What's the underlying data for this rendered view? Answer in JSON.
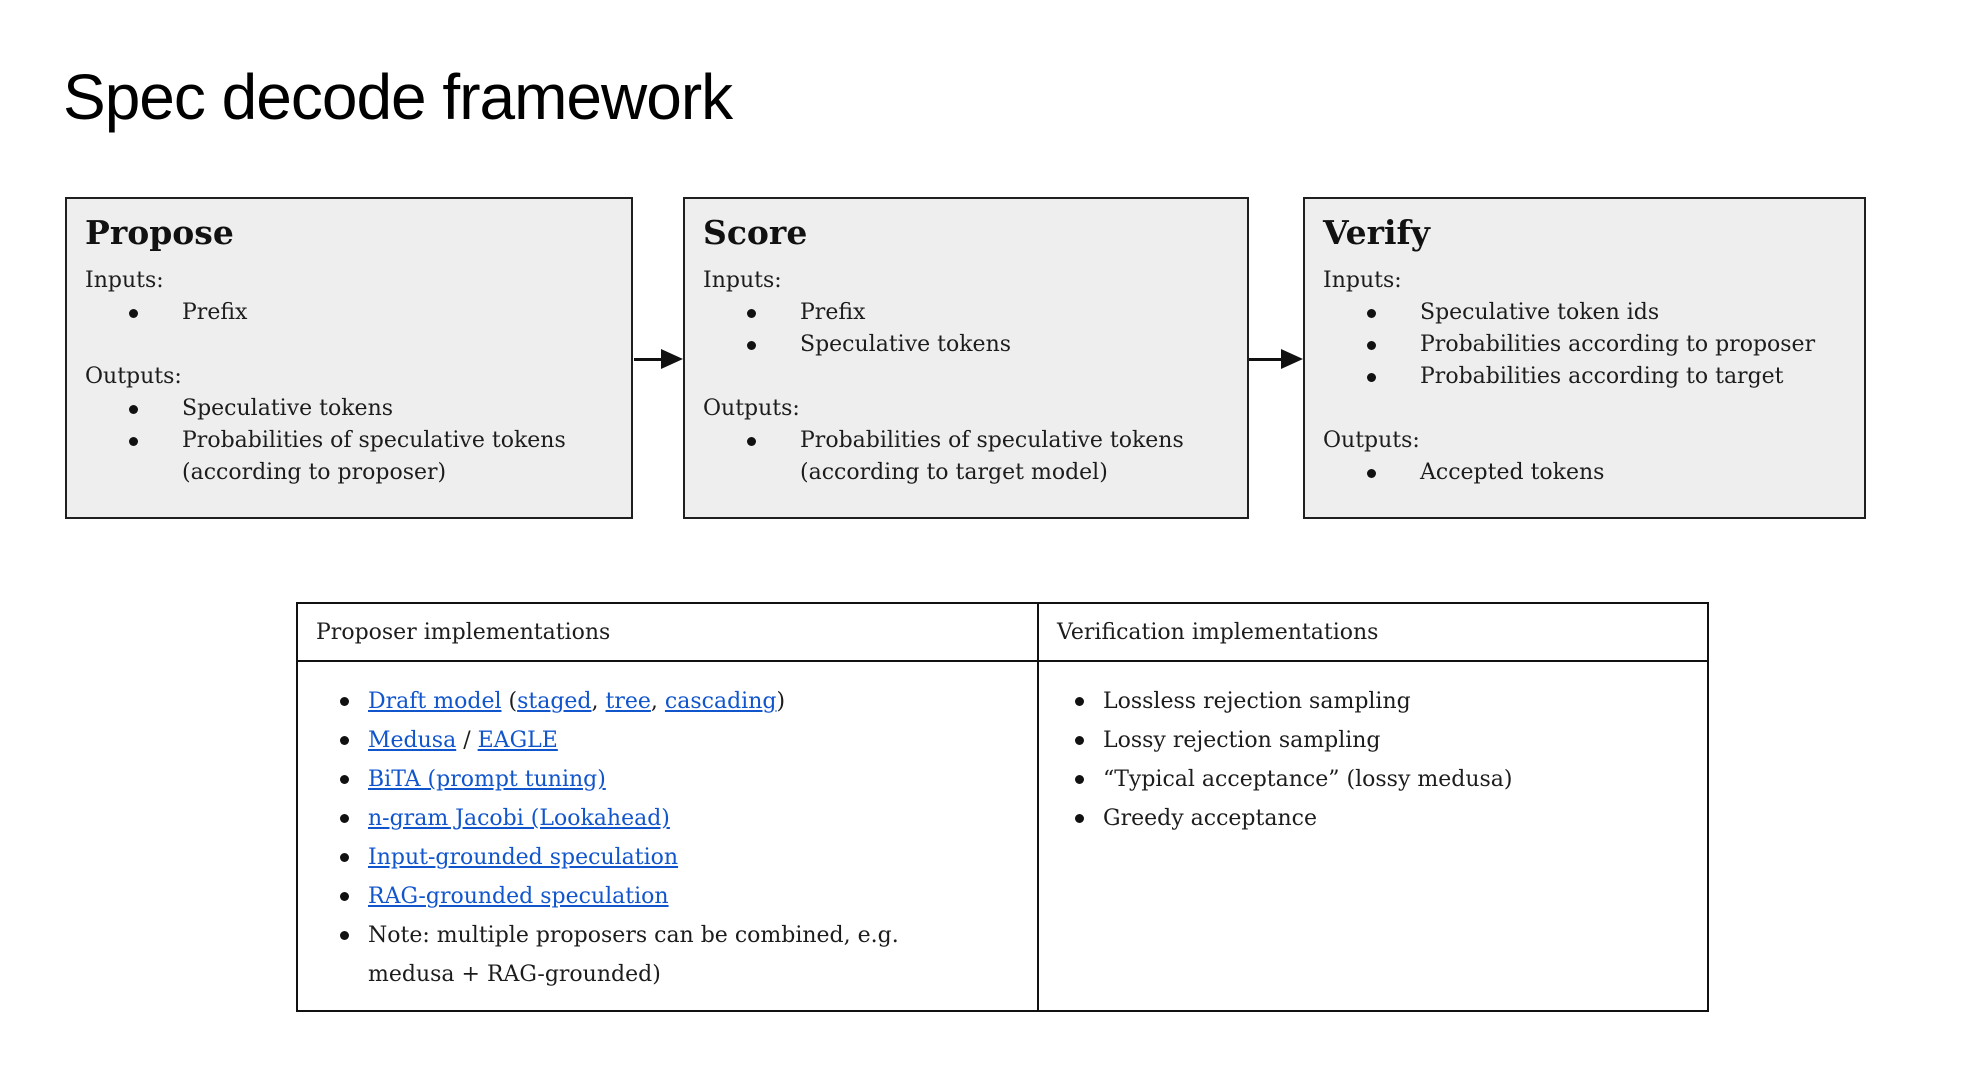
{
  "title": "Spec decode framework",
  "colors": {
    "background": "#ffffff",
    "box_fill": "#eeeeee",
    "border": "#1f1f1f",
    "text": "#1c1c1c",
    "link": "#1155cc"
  },
  "boxes": {
    "propose": {
      "heading": "Propose",
      "inputs_label": "Inputs:",
      "inputs": [
        "Prefix"
      ],
      "outputs_label": "Outputs:",
      "outputs": [
        "Speculative tokens",
        [
          {
            "t": "Probabilities of speculative tokens"
          },
          {
            "br": true
          },
          {
            "t": "(according to proposer)"
          }
        ]
      ]
    },
    "score": {
      "heading": "Score",
      "inputs_label": "Inputs:",
      "inputs": [
        "Prefix",
        "Speculative tokens"
      ],
      "outputs_label": "Outputs:",
      "outputs": [
        [
          {
            "t": "Probabilities of speculative tokens"
          },
          {
            "br": true
          },
          {
            "t": "(according to target model)"
          }
        ]
      ]
    },
    "verify": {
      "heading": "Verify",
      "inputs_label": "Inputs:",
      "inputs": [
        "Speculative token ids",
        "Probabilities according to proposer",
        "Probabilities according to target"
      ],
      "outputs_label": "Outputs:",
      "outputs": [
        "Accepted tokens"
      ]
    }
  },
  "table": {
    "headers": [
      "Proposer implementations",
      "Verification implementations"
    ],
    "proposer_items": [
      [
        {
          "t": "Draft model",
          "link": true
        },
        {
          "t": " ("
        },
        {
          "t": "staged",
          "link": true
        },
        {
          "t": ", "
        },
        {
          "t": "tree",
          "link": true
        },
        {
          "t": ", "
        },
        {
          "t": "cascading",
          "link": true
        },
        {
          "t": ")"
        }
      ],
      [
        {
          "t": "Medusa",
          "link": true
        },
        {
          "t": " / "
        },
        {
          "t": "EAGLE",
          "link": true
        }
      ],
      [
        {
          "t": "BiTA (prompt tuning)",
          "link": true
        }
      ],
      [
        {
          "t": "n-gram Jacobi (Lookahead)",
          "link": true
        }
      ],
      [
        {
          "t": "Input-grounded speculation",
          "link": true
        }
      ],
      [
        {
          "t": "RAG-grounded speculation",
          "link": true
        }
      ],
      [
        {
          "t": "Note: multiple proposers can be combined, e.g."
        },
        {
          "br": true
        },
        {
          "t": "medusa + RAG-grounded)"
        }
      ]
    ],
    "verification_items": [
      "Lossless rejection sampling",
      "Lossy rejection sampling",
      "“Typical acceptance” (lossy medusa)",
      "Greedy acceptance"
    ]
  }
}
